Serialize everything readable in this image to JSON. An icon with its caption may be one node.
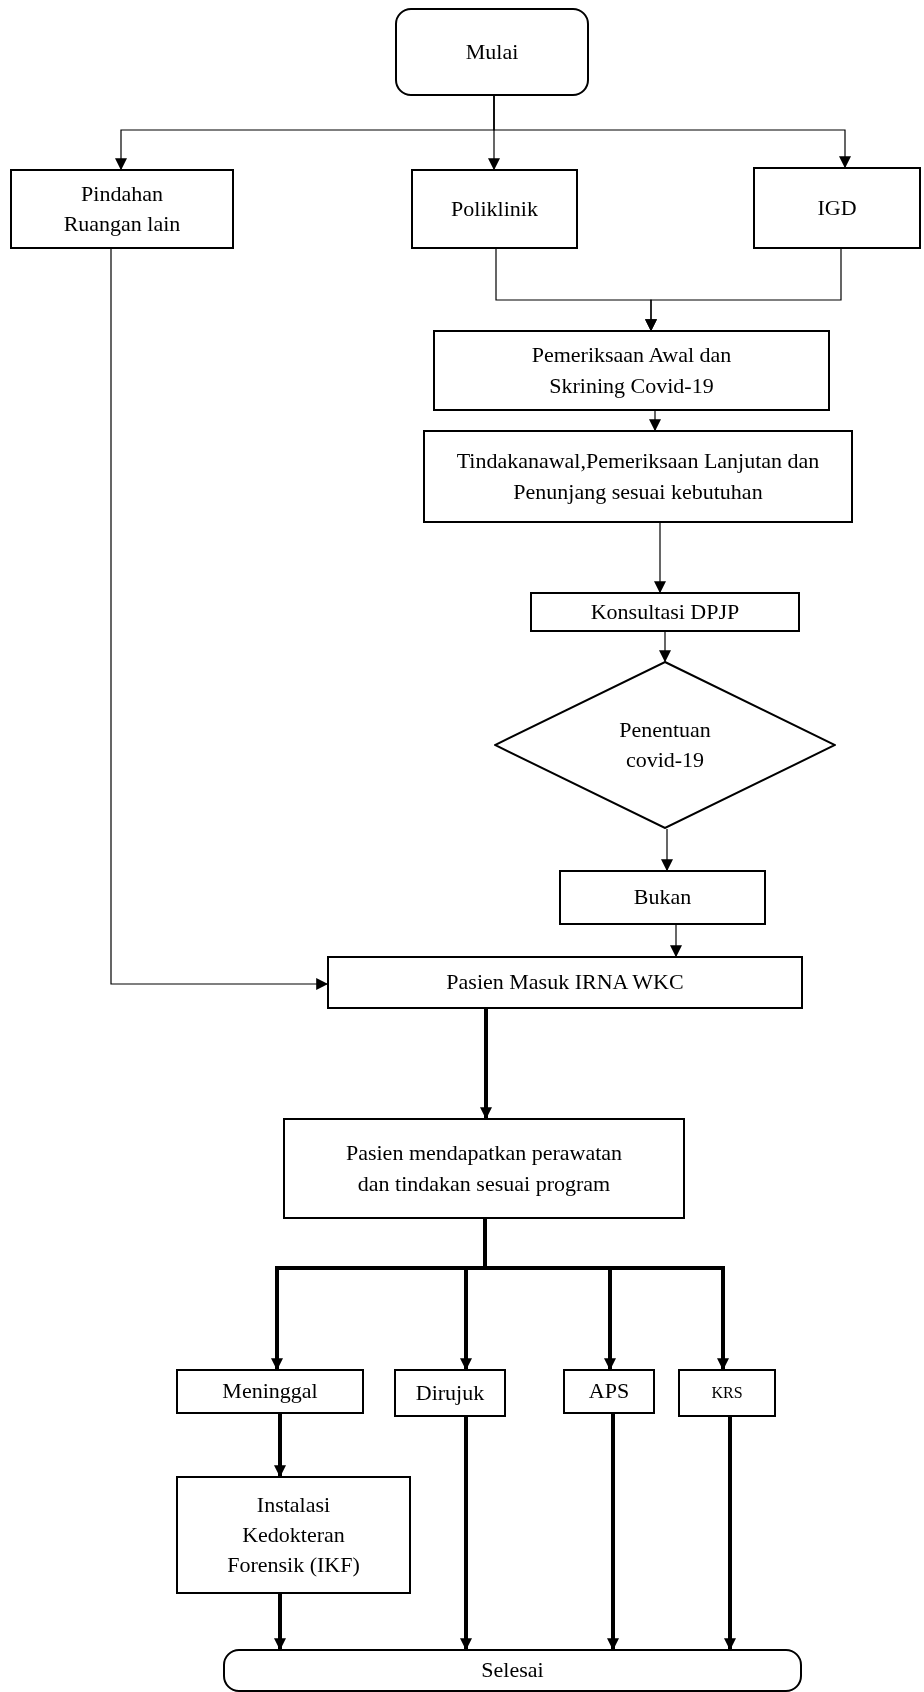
{
  "diagram": {
    "nodes": [
      {
        "text": [
          "Mulai"
        ]
      },
      {
        "text": [
          "Pindahan Ruangan lain"
        ]
      },
      {
        "text": [
          "Poliklinik"
        ]
      },
      {
        "text": [
          "IGD"
        ]
      },
      {
        "text": [
          "Pemeriksaan Awal dan Skrining Covid-19"
        ]
      },
      {
        "text": [
          "Tindakanawal,Pemeriksaan Lanjutan dan Penunjang sesuai kebutuhan"
        ]
      },
      {
        "text": [
          "Konsultasi DPJP"
        ]
      },
      {
        "text": [
          "Penentuan covid-19"
        ]
      },
      {
        "text": [
          "Bukan"
        ]
      },
      {
        "text": [
          "Pasien Masuk IRNA WKC"
        ]
      },
      {
        "text": [
          "Pasien mendapatkan perawatan dan tindakan sesuai program"
        ]
      },
      {
        "text": [
          "Meninggal"
        ]
      },
      {
        "text": [
          "Dirujuk"
        ]
      },
      {
        "text": [
          "APS"
        ]
      },
      {
        "text": [
          "KRS"
        ]
      },
      {
        "text": [
          "Instalasi Kedokteran Forensik (IKF)"
        ]
      },
      {
        "text": [
          "Selesai"
        ]
      }
    ],
    "edges": [
      {
        "from": 0,
        "to": 1,
        "arrow": "to"
      },
      {
        "from": 0,
        "to": 2,
        "arrow": "to"
      },
      {
        "from": 0,
        "to": 3,
        "arrow": "to"
      },
      {
        "from": 2,
        "to": 4,
        "arrow": "to"
      },
      {
        "from": 3,
        "to": 4,
        "arrow": "to"
      },
      {
        "from": 4,
        "to": 5,
        "arrow": "to"
      },
      {
        "from": 5,
        "to": 6,
        "arrow": "to"
      },
      {
        "from": 6,
        "to": 7,
        "arrow": "to"
      },
      {
        "from": 7,
        "to": 8,
        "arrow": "to"
      },
      {
        "from": 8,
        "to": 9,
        "arrow": "to"
      },
      {
        "from": 1,
        "to": 9,
        "arrow": "to"
      },
      {
        "from": 9,
        "to": 10,
        "arrow": "to",
        "style": "thick"
      },
      {
        "from": 10,
        "to": 11,
        "arrow": "to",
        "style": "thick"
      },
      {
        "from": 10,
        "to": 12,
        "arrow": "to",
        "style": "thick"
      },
      {
        "from": 10,
        "to": 13,
        "arrow": "to",
        "style": "thick"
      },
      {
        "from": 10,
        "to": 14,
        "arrow": "to",
        "style": "thick"
      },
      {
        "from": 11,
        "to": 15,
        "arrow": "to",
        "style": "thick"
      },
      {
        "from": 15,
        "to": 16,
        "arrow": "to",
        "style": "thick"
      },
      {
        "from": 12,
        "to": 16,
        "arrow": "to",
        "style": "thick"
      },
      {
        "from": 13,
        "to": 16,
        "arrow": "to",
        "style": "thick"
      },
      {
        "from": 14,
        "to": 16,
        "arrow": "to",
        "style": "thick"
      }
    ]
  }
}
